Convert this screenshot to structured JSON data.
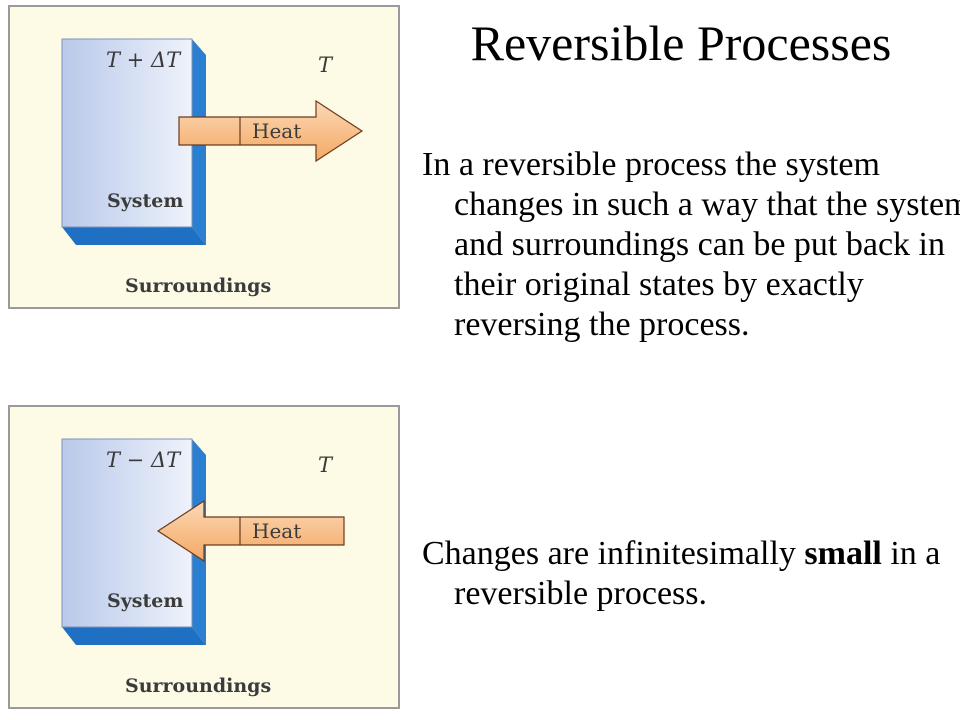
{
  "title": "Reversible Processes",
  "paragraphs": [
    {
      "text": "In a reversible process the system changes in such a way that the system and surroundings can be put back in their original states by exactly reversing the process."
    },
    {
      "text_before": "Changes are infinitesimally ",
      "bold": "small",
      "text_after": " in a reversible process."
    }
  ],
  "diagrams": [
    {
      "system_temperature": "T + ΔT",
      "surroundings_temperature": "T",
      "arrow_label": "Heat",
      "arrow_direction": "out-of-system",
      "system_label": "System",
      "surroundings_label": "Surroundings"
    },
    {
      "system_temperature": "T − ΔT",
      "surroundings_temperature": "T",
      "arrow_label": "Heat",
      "arrow_direction": "into-system",
      "system_label": "System",
      "surroundings_label": "Surroundings"
    }
  ],
  "colors": {
    "panel_background": "#fdfbe6",
    "panel_border": "#9a9a9a",
    "system_face_light": "#eef2fb",
    "system_face_dark": "#b9c9ea",
    "system_side": "#2b7fd0",
    "arrow_fill": "#f8c393",
    "arrow_stroke": "#6b3a1c"
  }
}
